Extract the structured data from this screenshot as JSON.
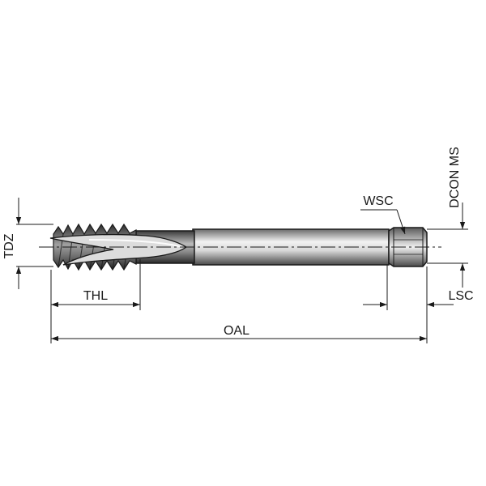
{
  "labels": {
    "tdz": "TDZ",
    "thl": "THL",
    "oal": "OAL",
    "wsc": "WSC",
    "lsc": "LSC",
    "dcon_ms": "DCON MS"
  },
  "colors": {
    "line": "#1a1a1a",
    "shank_light": "#e9e9e9",
    "shank_dark": "#5a5a5a",
    "thread_dark": "#3a3a3a",
    "thread_light": "#9a9a9a"
  }
}
